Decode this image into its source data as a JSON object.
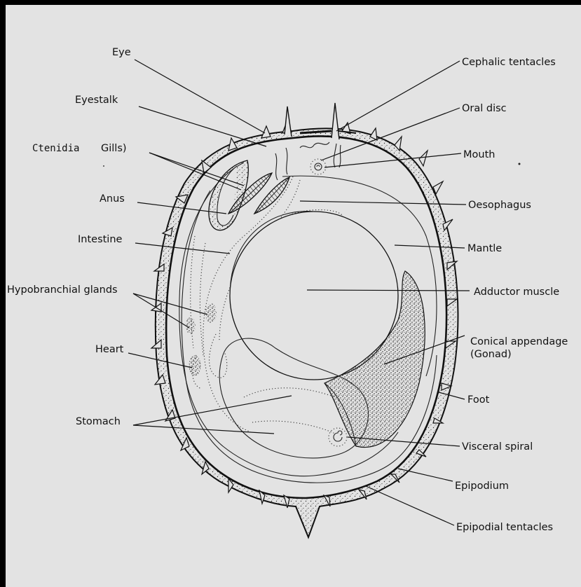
{
  "figure": {
    "labels": {
      "eye": "Eye",
      "eyestalk": "Eyestalk",
      "ctenidia": "Ctenidia",
      "gills": "Gills)",
      "anus": "Anus",
      "intestine": "Intestine",
      "hypobranchial": "Hypobranchial glands",
      "heart": "Heart",
      "stomach": "Stomach",
      "cephalic": "Cephalic tentacles",
      "oral_disc": "Oral disc",
      "mouth": "Mouth",
      "oesophagus": "Oesophagus",
      "mantle": "Mantle",
      "adductor": "Adductor muscle",
      "conical": "Conical appendage",
      "gonad": "(Gonad)",
      "foot": "Foot",
      "visceral": "Visceral spiral",
      "epipodium": "Epipodium",
      "epipodial_tentacles": "Epipodial tentacles"
    },
    "colors": {
      "paper": "#e3e3e3",
      "ink": "#111111",
      "frame": "#000000"
    }
  }
}
